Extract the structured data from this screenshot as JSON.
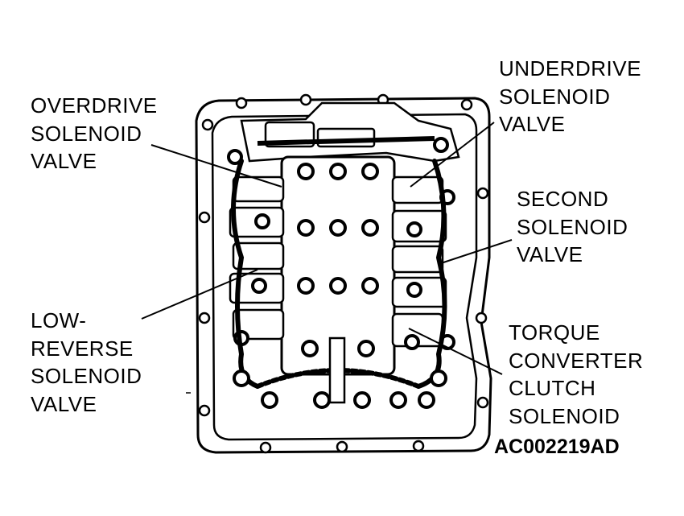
{
  "callouts": {
    "overdrive": [
      "OVERDRIVE",
      "SOLENOID",
      "VALVE"
    ],
    "underdrive": [
      "UNDERDRIVE",
      "SOLENOID",
      "VALVE"
    ],
    "second": [
      "SECOND",
      "SOLENOID",
      "VALVE"
    ],
    "low_reverse": [
      "LOW-",
      "REVERSE",
      "SOLENOID",
      "VALVE"
    ],
    "torque_converter": [
      "TORQUE",
      "CONVERTER",
      "CLUTCH",
      "SOLENOID"
    ]
  },
  "figure_code": "AC002219AD",
  "colors": {
    "ink": "#000000",
    "paper": "#ffffff"
  }
}
